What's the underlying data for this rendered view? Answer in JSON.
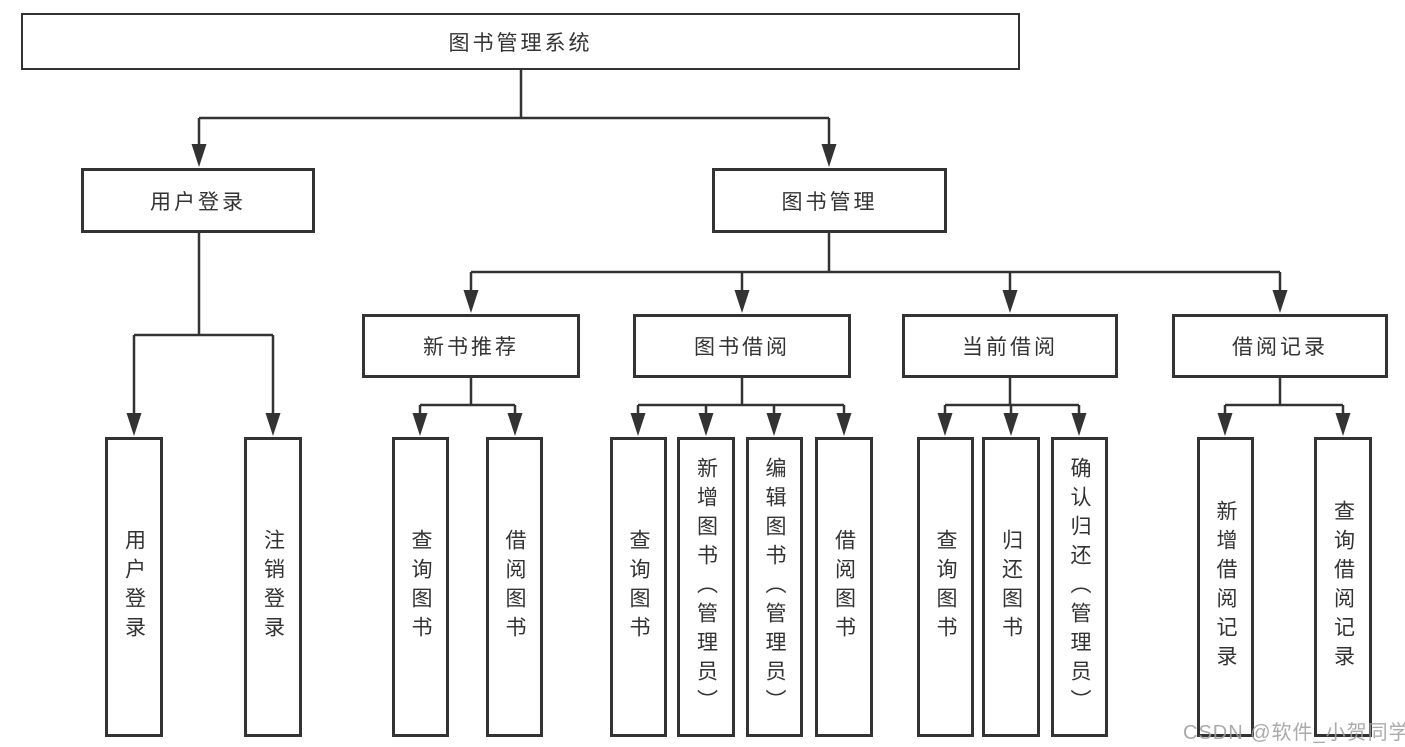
{
  "diagram_type": "feature-tree",
  "colors": {
    "line": "#333333",
    "text": "#333333",
    "background": "#ffffff",
    "watermark": "#9e9e9e"
  },
  "watermark": {
    "text": "CSDN @软件_小贺同学"
  },
  "tree": {
    "root": {
      "label": "图书管理系统",
      "children": [
        {
          "label": "用户登录",
          "children": [
            {
              "label": "用户登录"
            },
            {
              "label": "注销登录"
            }
          ]
        },
        {
          "label": "图书管理",
          "children": [
            {
              "label": "新书推荐",
              "children": [
                {
                  "label": "查询图书"
                },
                {
                  "label": "借阅图书"
                }
              ]
            },
            {
              "label": "图书借阅",
              "children": [
                {
                  "label": "查询图书"
                },
                {
                  "label": "新增图书（管理员）"
                },
                {
                  "label": "编辑图书（管理员）"
                },
                {
                  "label": "借阅图书"
                }
              ]
            },
            {
              "label": "当前借阅",
              "children": [
                {
                  "label": "查询图书"
                },
                {
                  "label": "归还图书"
                },
                {
                  "label": "确认归还（管理员）"
                }
              ]
            },
            {
              "label": "借阅记录",
              "children": [
                {
                  "label": "新增借阅记录"
                },
                {
                  "label": "查询借阅记录"
                }
              ]
            }
          ]
        }
      ]
    }
  }
}
